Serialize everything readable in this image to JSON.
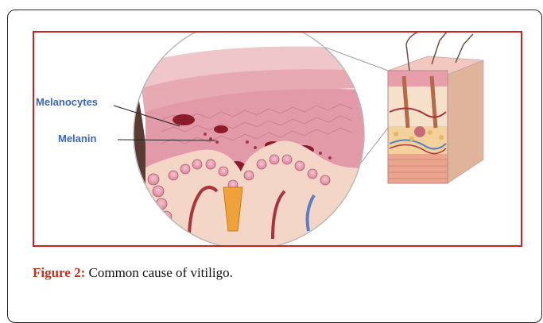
{
  "figure": {
    "labels": {
      "melanocytes": "Melanocytes",
      "melanin": "Melanin"
    }
  },
  "caption": {
    "label": "Figure 2:",
    "text": " Common cause of vitiligo."
  },
  "colors": {
    "frame_border": "#cc1f1f",
    "label_text": "#3c66b5",
    "caption_label": "#c2311e",
    "skin_pink": "#e8a3ad",
    "melanin_dark": "#8b1a2b",
    "dermis_cream": "#f4d6c6"
  }
}
